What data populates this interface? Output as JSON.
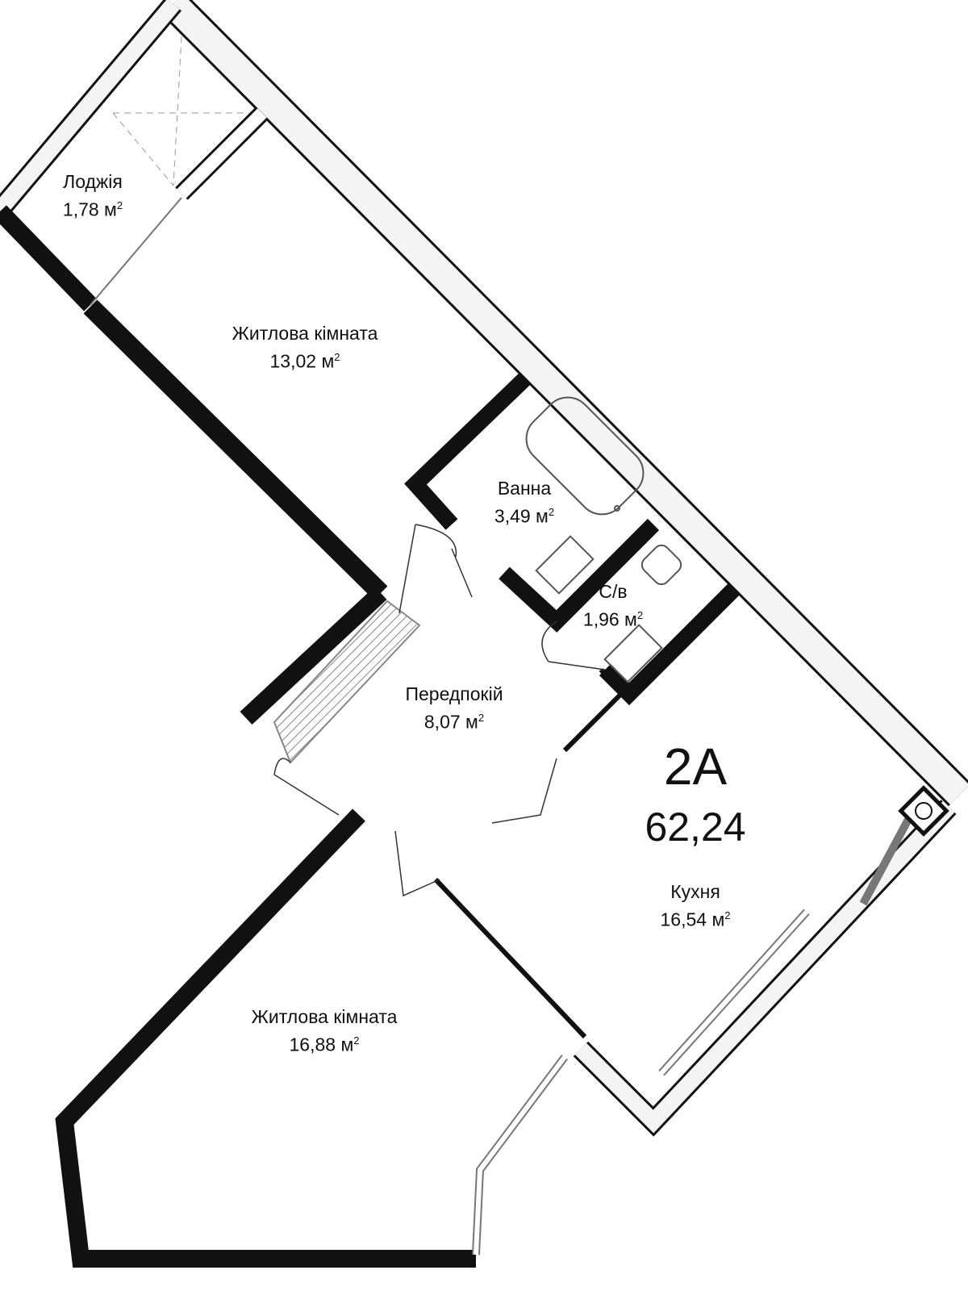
{
  "apartment": {
    "code": "2A",
    "total_area": "62,24"
  },
  "unit_sup": "2",
  "rooms": [
    {
      "name": "Лоджія",
      "area": "1,78 м"
    },
    {
      "name": "Житлова кімната",
      "area": "13,02 м"
    },
    {
      "name": "Ванна",
      "area": "3,49 м"
    },
    {
      "name": "С/в",
      "area": "1,96 м"
    },
    {
      "name": "Передпокій",
      "area": "8,07 м"
    },
    {
      "name": "Кухня",
      "area": "16,54 м"
    },
    {
      "name": "Житлова кімната",
      "area": "16,88 м"
    }
  ]
}
